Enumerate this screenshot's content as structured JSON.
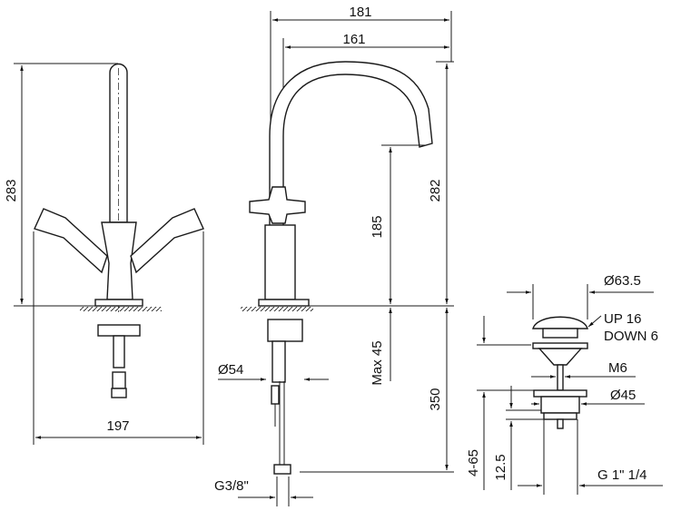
{
  "drawing": {
    "front_view": {
      "height": "283",
      "width": "197"
    },
    "side_view": {
      "spout_outer_reach": "181",
      "spout_inner_reach": "161",
      "total_height": "282",
      "spout_outlet_height": "185",
      "max_deck_thickness": "Max 45",
      "hose_length": "350",
      "base_diameter": "Ø54",
      "hose_connection": "G3/8\""
    },
    "waste_view": {
      "cap_diameter": "Ø63.5",
      "stroke_up": "UP 16",
      "stroke_down": "DOWN 6",
      "rod_thread": "M6",
      "flange_diameter": "Ø45",
      "deck_range": "4-65",
      "flange_height": "12.5",
      "outlet_thread": "G 1\" 1/4"
    }
  }
}
